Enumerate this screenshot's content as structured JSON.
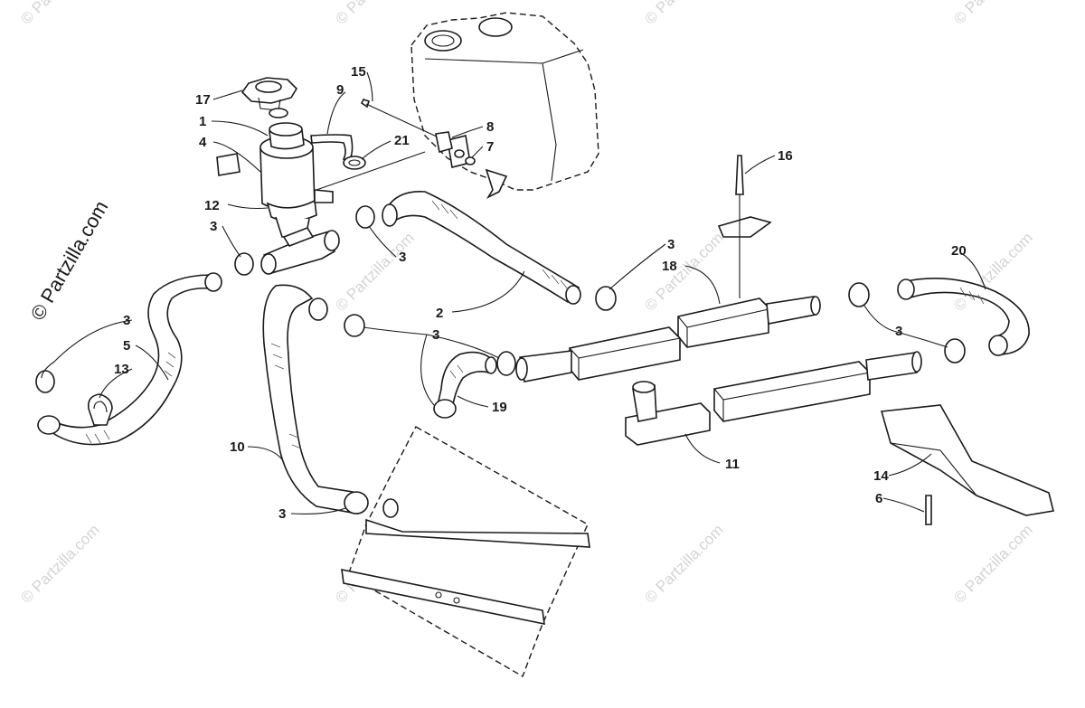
{
  "watermark": {
    "main_text": "© Partzilla.com",
    "tile_text": "© Partzilla.com",
    "main_color": "#1a1a1a",
    "tile_color": "#d4d4d4"
  },
  "callouts": [
    {
      "id": "17",
      "text": "17"
    },
    {
      "id": "1",
      "text": "1"
    },
    {
      "id": "4",
      "text": "4"
    },
    {
      "id": "15",
      "text": "15"
    },
    {
      "id": "9",
      "text": "9"
    },
    {
      "id": "8",
      "text": "8"
    },
    {
      "id": "21",
      "text": "21"
    },
    {
      "id": "7",
      "text": "7"
    },
    {
      "id": "12",
      "text": "12"
    },
    {
      "id": "3a",
      "text": "3"
    },
    {
      "id": "3b",
      "text": "3"
    },
    {
      "id": "3c",
      "text": "3"
    },
    {
      "id": "3d",
      "text": "3"
    },
    {
      "id": "3e",
      "text": "3"
    },
    {
      "id": "3f",
      "text": "3"
    },
    {
      "id": "3g",
      "text": "3"
    },
    {
      "id": "16",
      "text": "16"
    },
    {
      "id": "18",
      "text": "18"
    },
    {
      "id": "20",
      "text": "20"
    },
    {
      "id": "2",
      "text": "2"
    },
    {
      "id": "5",
      "text": "5"
    },
    {
      "id": "13",
      "text": "13"
    },
    {
      "id": "19",
      "text": "19"
    },
    {
      "id": "10",
      "text": "10"
    },
    {
      "id": "11",
      "text": "11"
    },
    {
      "id": "14",
      "text": "14"
    },
    {
      "id": "6",
      "text": "6"
    }
  ]
}
